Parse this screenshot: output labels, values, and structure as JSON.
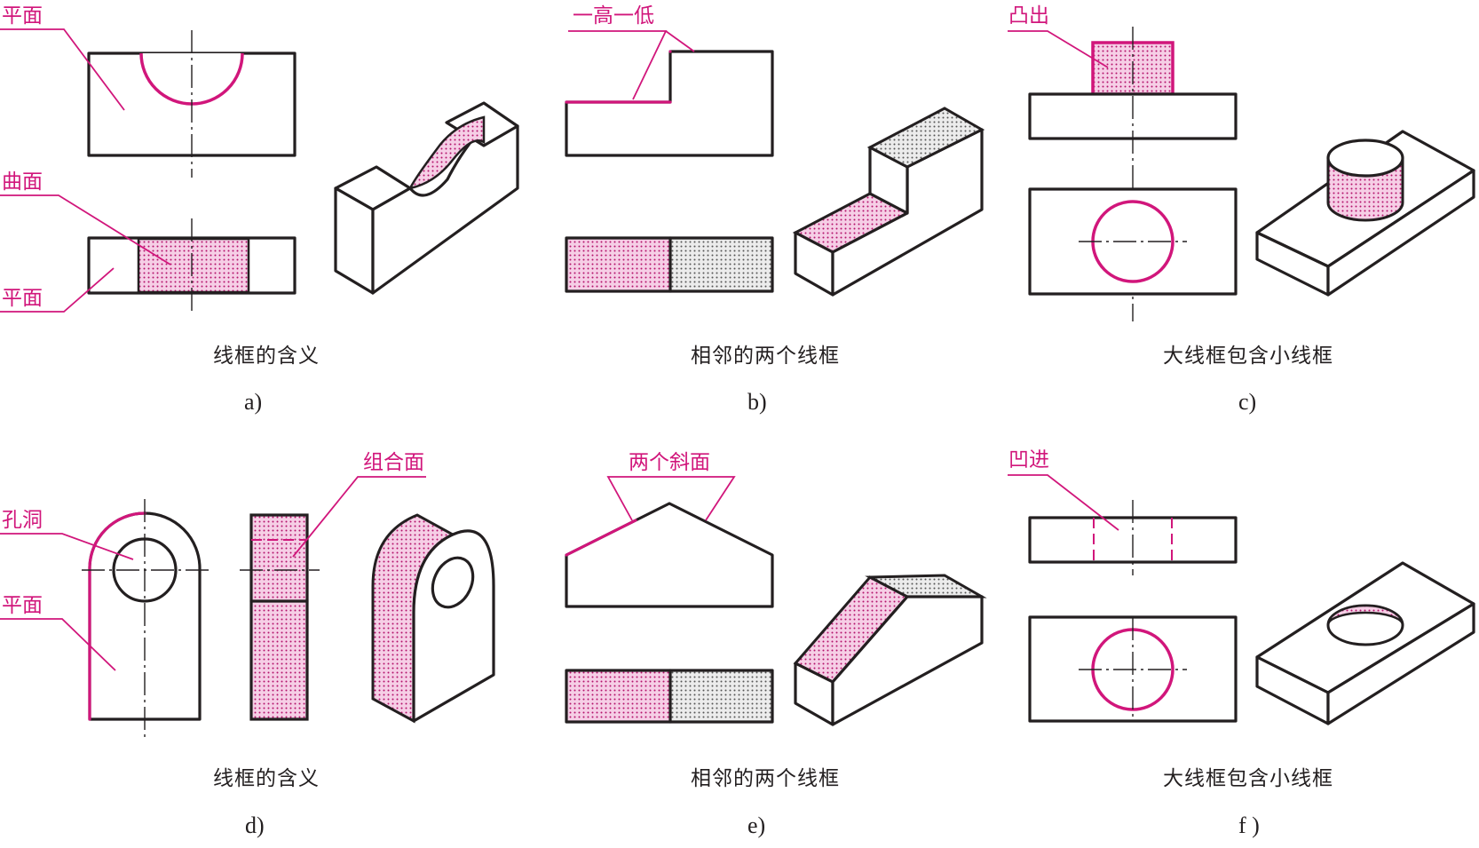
{
  "panels": [
    {
      "id": "a",
      "caption": "线框的含义",
      "sub": "a)",
      "labels": {
        "top": "平面",
        "mid": "曲面",
        "bot": "平面"
      }
    },
    {
      "id": "b",
      "caption": "相邻的两个线框",
      "sub": "b)",
      "labels": {
        "top": "一高一低"
      }
    },
    {
      "id": "c",
      "caption": "大线框包含小线框",
      "sub": "c)",
      "labels": {
        "top": "凸出"
      }
    },
    {
      "id": "d",
      "caption": "线框的含义",
      "sub": "d)",
      "labels": {
        "hole": "孔洞",
        "plane": "平面",
        "combo": "组合面"
      }
    },
    {
      "id": "e",
      "caption": "相邻的两个线框",
      "sub": "e)",
      "labels": {
        "top": "两个斜面"
      }
    },
    {
      "id": "f",
      "caption": "大线框包含小线框",
      "sub": "f )",
      "labels": {
        "top": "凹进"
      }
    }
  ],
  "colors": {
    "line": "#231f20",
    "accent": "#d1167b",
    "fill_pink": "#f3c6e0",
    "fill_gray": "#d9d9d9"
  }
}
